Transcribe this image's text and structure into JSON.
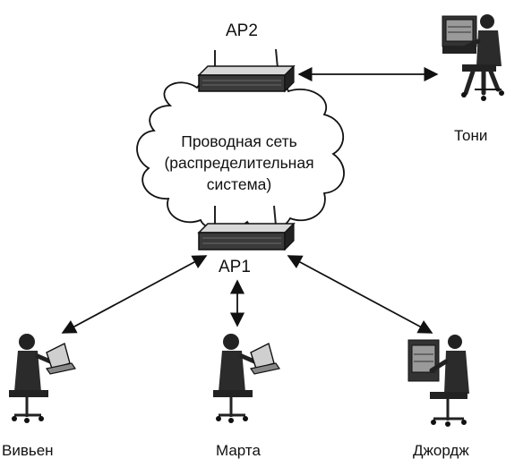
{
  "access_points": {
    "ap2": {
      "label": "AP2"
    },
    "ap1": {
      "label": "AP1"
    }
  },
  "network": {
    "line1": "Проводная сеть",
    "line2": "(распределительная",
    "line3": "система)"
  },
  "users": {
    "toni": {
      "name": "Тони"
    },
    "vivien": {
      "name": "Вивьен"
    },
    "marta": {
      "name": "Марта"
    },
    "george": {
      "name": "Джордж"
    }
  },
  "colors": {
    "ink": "#111111",
    "device_face": "#3a3a3a",
    "device_top": "#d8d8d8",
    "laptop_screen": "#cfcfcf"
  }
}
